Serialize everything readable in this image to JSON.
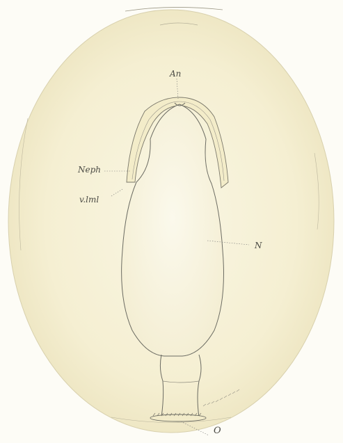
{
  "figure": {
    "labels": {
      "anus": "An",
      "nephridium": "Neph",
      "ventral_muscle": "v.lml",
      "nucleus": "N",
      "mouth": "O"
    },
    "colors": {
      "background": "#fdfcf6",
      "egg_fill": "#f6f1d6",
      "outline": "#6b6b62",
      "label": "#4a4a44"
    }
  }
}
